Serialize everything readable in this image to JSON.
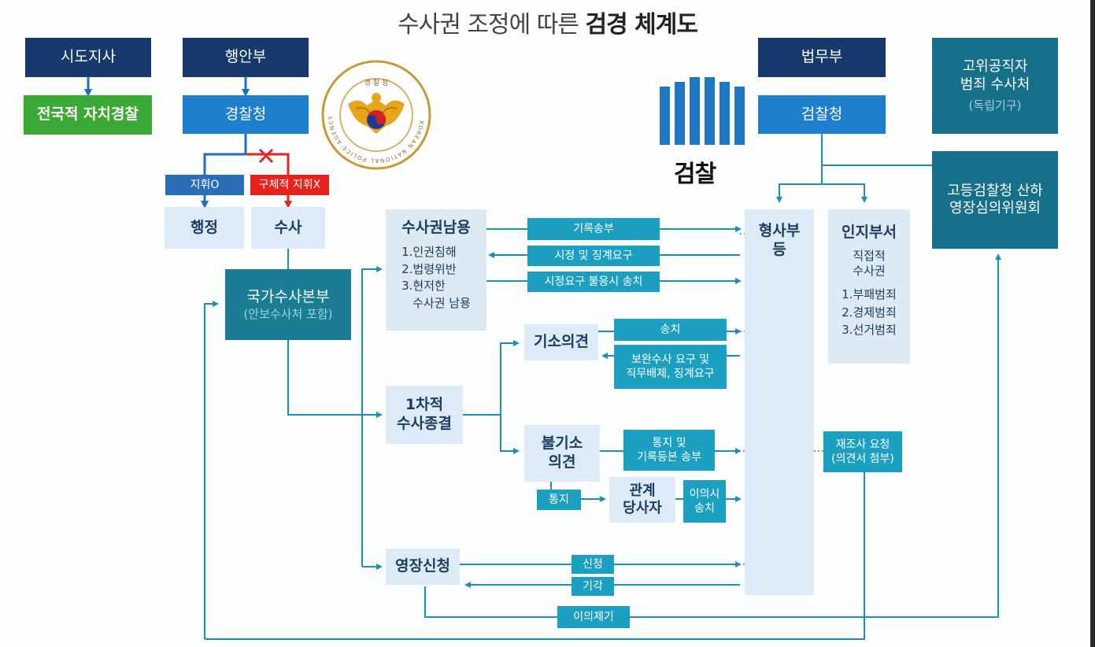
{
  "title": {
    "light": "수사권 조정에 따른 ",
    "bold": "검경 체계도"
  },
  "colors": {
    "navy": "#163a6b",
    "blue": "#1f7fcf",
    "green": "#3aaa35",
    "teal": "#1a7d94",
    "light": "#dcebf7",
    "arrow": "#1a8fb8",
    "red": "#e8231d"
  },
  "left": {
    "governor": "시도지사",
    "autonomous_police": "전국적 자치경찰",
    "ministry_interior": "행안부",
    "police_agency": "경찰청",
    "command_yes": "지휘O",
    "command_no": "구체적 지휘X",
    "administration": "행정",
    "investigation": "수사",
    "nbi_title": "국가수사본부",
    "nbi_sub": "(안보수사처 포함)"
  },
  "police_logo": {
    "top_text": "경 찰 청",
    "ring_text": "KOREAN NATIONAL POLICE AGENCY",
    "icon": "police-eagle-emblem"
  },
  "prosecution_logo": {
    "text": "검찰",
    "icon": "prosecution-pillars-logo"
  },
  "abuse": {
    "title": "수사권남용",
    "items": [
      "1.인권침해",
      "2.법령위반",
      "3.현저한",
      "수사권 남용"
    ]
  },
  "abuse_labels": {
    "send_record": "기록송부",
    "correction": "시정 및 징계요구",
    "noncompliance": "시정요구 불응시 송치"
  },
  "first_close": {
    "line1": "1차적",
    "line2": "수사종결"
  },
  "indict": {
    "title": "기소의견",
    "send": "송치",
    "supplement_line1": "보완수사 요구 및",
    "supplement_line2": "직무배제, 징계요구"
  },
  "non_indict": {
    "line1": "불기소",
    "line2": "의견",
    "notice_line1": "통지 및",
    "notice_line2": "기록등본 송부",
    "notify": "통지",
    "party_line1": "관계",
    "party_line2": "당사자",
    "objection_line1": "이의시",
    "objection_line2": "송치"
  },
  "warrant": {
    "title": "영장신청",
    "apply": "신청",
    "reject": "기각",
    "appeal": "이의제기"
  },
  "right": {
    "justice_ministry": "법무부",
    "prosecution_office": "검찰청",
    "criminal_dept_line1": "형사부",
    "criminal_dept_line2": "등",
    "cognizance_title": "인지부서",
    "cognizance_sub1": "직접적",
    "cognizance_sub2": "수사권",
    "cognizance_items": [
      "1.부패범죄",
      "2.경제범죄",
      "3.선거범죄"
    ],
    "reinvestigate_line1": "재조사 요청",
    "reinvestigate_line2": "(의견서 첨부)",
    "cio_line1": "고위공직자",
    "cio_line2": "범죄 수사처",
    "cio_sub": "(독립기구)",
    "warrant_committee_line1": "고등검찰청 산하",
    "warrant_committee_line2": "영장심의위원회"
  }
}
